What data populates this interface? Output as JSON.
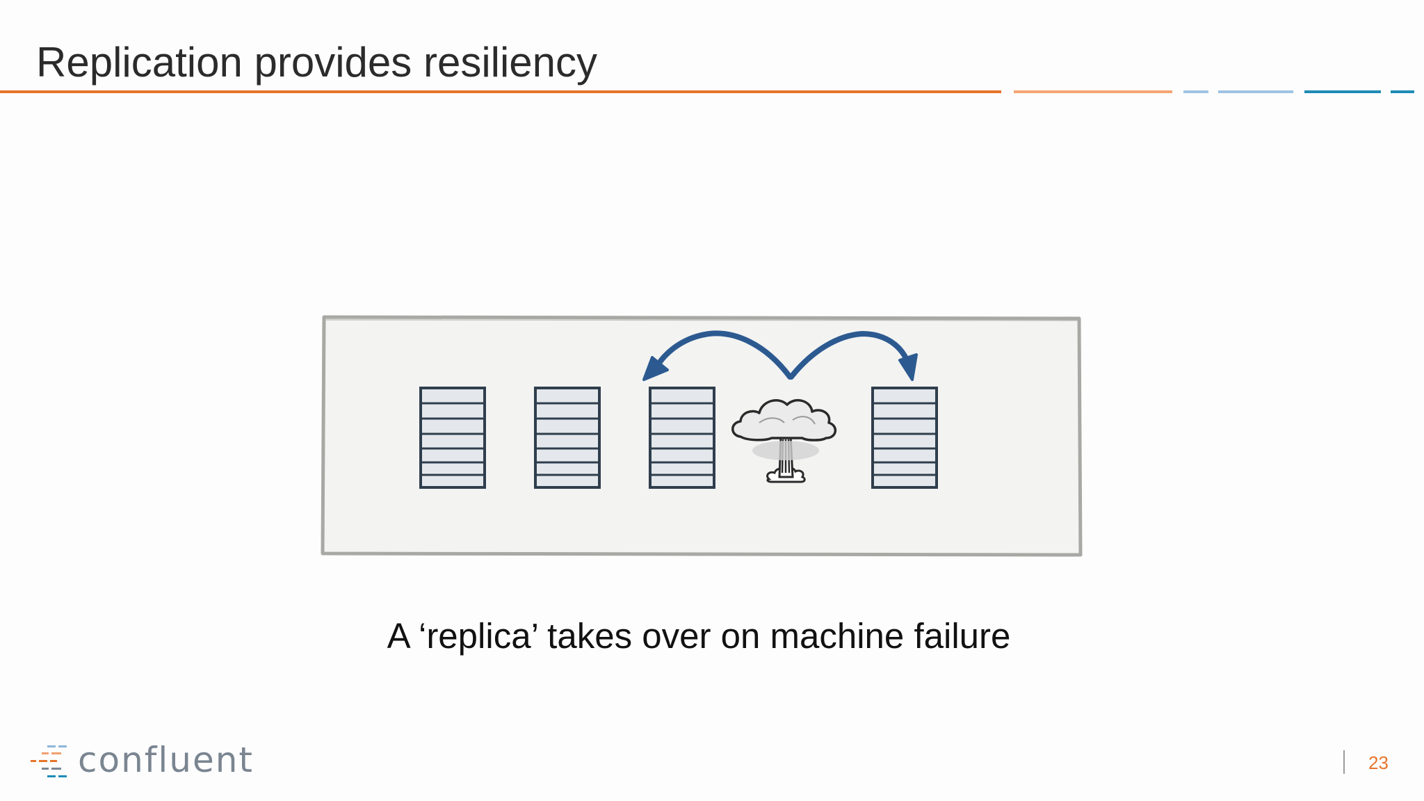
{
  "slide": {
    "title": "Replication provides resiliency",
    "caption": "A ‘replica’ takes over on machine failure",
    "page_number": "23"
  },
  "brand": {
    "logo_text": "confluent",
    "colors": {
      "orange": "#e8742b",
      "light_orange": "#f4a472",
      "light_blue": "#9ec4e2",
      "teal": "#1f8cb5",
      "arrow_blue": "#2c5a90",
      "server_stroke": "#2f3e4d",
      "server_fill": "#e4e8ec",
      "logo_gray": "#7a8591"
    }
  },
  "diagram": {
    "servers": [
      {
        "id": "server-1",
        "failed": false
      },
      {
        "id": "server-2",
        "failed": false
      },
      {
        "id": "server-3",
        "failed": false
      },
      {
        "id": "server-4",
        "failed": true
      },
      {
        "id": "server-5",
        "failed": false
      }
    ],
    "failure_icon": "mushroom-cloud-explosion-icon",
    "arrow_icons": [
      "curved-arrow-left-icon",
      "curved-arrow-right-icon"
    ]
  }
}
